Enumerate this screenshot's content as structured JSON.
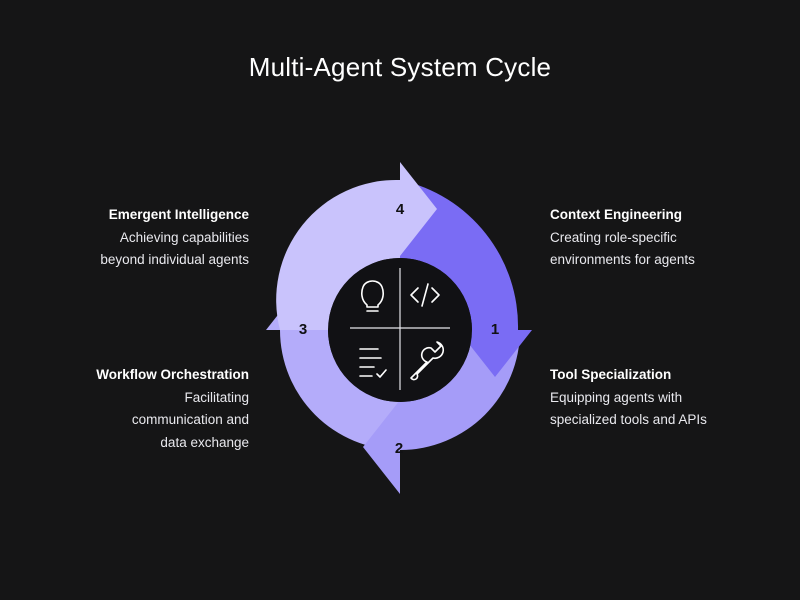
{
  "title": "Multi-Agent System Cycle",
  "colors": {
    "background": "#151516",
    "segment_1": "#7a6cf4",
    "segment_2": "#a59cf8",
    "segment_3": "#b4acfa",
    "segment_4": "#c9c3fc",
    "center": "#111114",
    "icon": "#ffffff"
  },
  "steps": [
    {
      "number": "1",
      "title": "Context Engineering",
      "description": "Creating role-specific\nenvironments for agents"
    },
    {
      "number": "2",
      "title": "Tool Specialization",
      "description": "Equipping agents with\nspecialized tools and APIs"
    },
    {
      "number": "3",
      "title": "Workflow Orchestration",
      "description": "Facilitating\ncommunication and\ndata exchange"
    },
    {
      "number": "4",
      "title": "Emergent Intelligence",
      "description": "Achieving capabilities\nbeyond individual agents"
    }
  ],
  "center_icons": [
    "lightbulb-icon",
    "code-icon",
    "checklist-icon",
    "wrench-icon"
  ]
}
